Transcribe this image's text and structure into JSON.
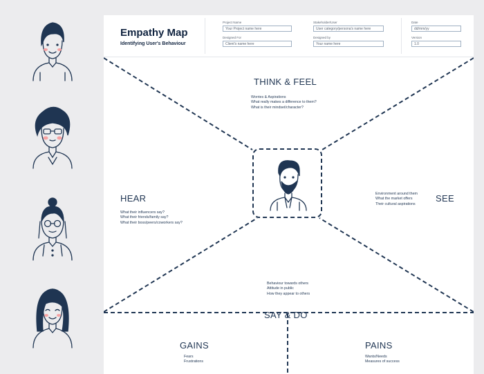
{
  "header": {
    "title": "Empathy Map",
    "subtitle": "Identifying User's Behaviour"
  },
  "fields": {
    "project_name": {
      "label": "Project Name",
      "value": "Your Project name here"
    },
    "designed_for": {
      "label": "Designed For",
      "value": "Client's name here"
    },
    "stakeholder": {
      "label": "Stakeholder/User",
      "value": "User category/persona's name here"
    },
    "designed_by": {
      "label": "Designed by",
      "value": "Your name here"
    },
    "date": {
      "label": "Date",
      "value": "dd/mm/yy"
    },
    "version": {
      "label": "Version",
      "value": "1.0"
    }
  },
  "sections": {
    "think_feel": {
      "title": "THINK & FEEL",
      "prompts": [
        "Worries & Aspirations",
        "What really makes a difference to them?",
        "What is their mindset/character?"
      ]
    },
    "hear": {
      "title": "HEAR",
      "prompts": [
        "What their influencers say?",
        "What their friends/family say?",
        "What their boss/peers/coworkers say?"
      ]
    },
    "see": {
      "title": "SEE",
      "prompts": [
        "Environment around them",
        "What the market offers",
        "Their cultural aspirations"
      ]
    },
    "say_do": {
      "title": "SAY & DO",
      "prompts": [
        "Behaviour towards others",
        "Attitude in public",
        "How they appear to others"
      ]
    },
    "gains": {
      "title": "GAINS",
      "prompts": [
        "Fears",
        "Frustrations"
      ]
    },
    "pains": {
      "title": "PAINS",
      "prompts": [
        "Wants/Needs",
        "Measures of success"
      ]
    }
  },
  "icons": [
    "persona-man-avatar",
    "persona-curly-glasses-avatar",
    "persona-bun-glasses-avatar",
    "persona-long-hair-avatar",
    "bearded-user-avatar"
  ],
  "colors": {
    "ink": "#1f3552",
    "page": "#ffffff",
    "background": "#ececee"
  }
}
